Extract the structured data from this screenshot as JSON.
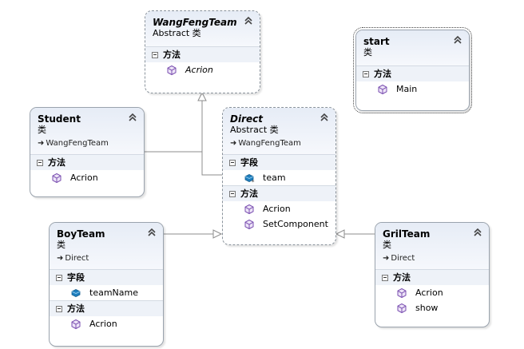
{
  "diagram": {
    "classes": {
      "wangfengteam": {
        "name": "WangFengTeam",
        "kind": "Abstract 类",
        "sections": [
          {
            "title": "方法",
            "members": [
              {
                "name": "Acrion"
              }
            ]
          }
        ]
      },
      "start": {
        "name": "start",
        "kind": "类",
        "sections": [
          {
            "title": "方法",
            "members": [
              {
                "name": "Main"
              }
            ]
          }
        ]
      },
      "student": {
        "name": "Student",
        "kind": "类",
        "base": "WangFengTeam",
        "sections": [
          {
            "title": "方法",
            "members": [
              {
                "name": "Acrion"
              }
            ]
          }
        ]
      },
      "direct": {
        "name": "Direct",
        "kind": "Abstract 类",
        "base": "WangFengTeam",
        "sections": [
          {
            "title": "字段",
            "members": [
              {
                "name": "team"
              }
            ]
          },
          {
            "title": "方法",
            "members": [
              {
                "name": "Acrion"
              },
              {
                "name": "SetComponent"
              }
            ]
          }
        ]
      },
      "boyteam": {
        "name": "BoyTeam",
        "kind": "类",
        "base": "Direct",
        "sections": [
          {
            "title": "字段",
            "members": [
              {
                "name": "teamName"
              }
            ]
          },
          {
            "title": "方法",
            "members": [
              {
                "name": "Acrion"
              }
            ]
          }
        ]
      },
      "grilteam": {
        "name": "GrilTeam",
        "kind": "类",
        "base": "Direct",
        "sections": [
          {
            "title": "方法",
            "members": [
              {
                "name": "Acrion"
              },
              {
                "name": "show"
              }
            ]
          }
        ]
      }
    },
    "icons": {
      "collapse": "double-chevron-up-icon",
      "method": "method-cube-icon",
      "field": "field-icon",
      "base_arrow": "inherits-arrow-icon"
    },
    "colors": {
      "header_top": "#e6ecf6",
      "section_bg": "#eef2f8",
      "border": "#9aa3ad",
      "method_icon": "#7a4fb0",
      "field_icon": "#1f7fbf"
    }
  }
}
